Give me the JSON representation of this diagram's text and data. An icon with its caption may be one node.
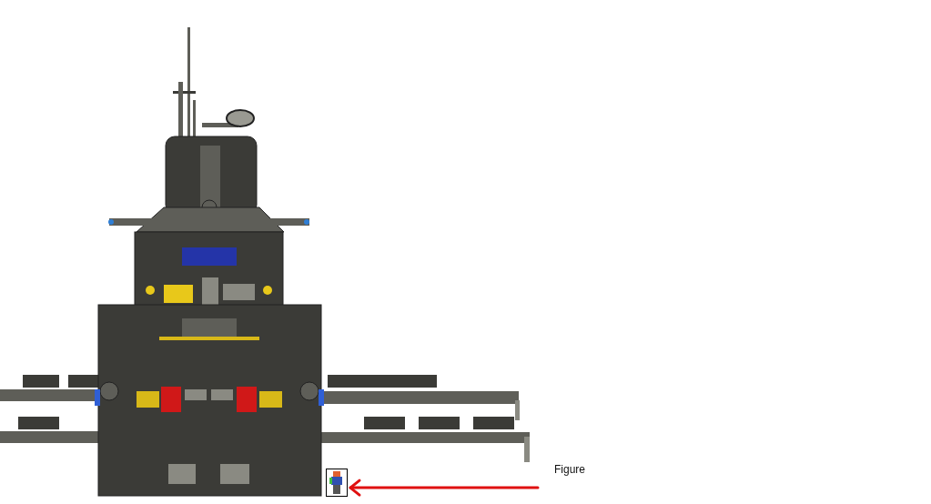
{
  "diagram": {
    "nodes": [
      {
        "text": [
          "Figure"
        ]
      },
      {
        "text": [],
        "shape": "picture"
      }
    ],
    "edges": [
      {
        "from": 0,
        "to": 1,
        "arrow": "to",
        "color": "#e01010"
      }
    ]
  }
}
